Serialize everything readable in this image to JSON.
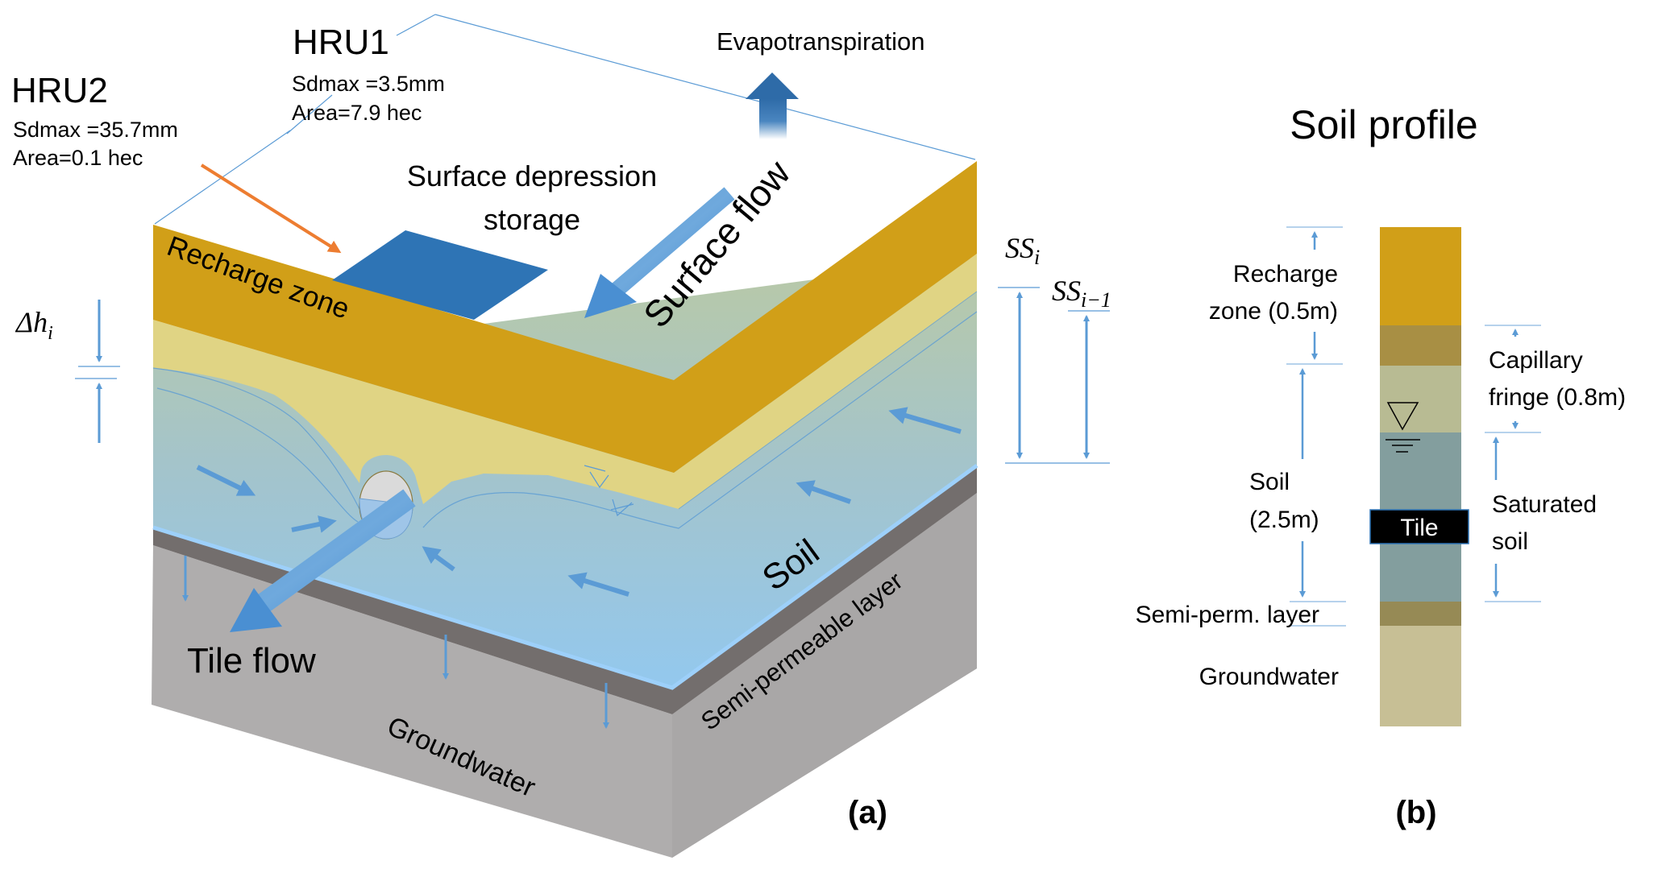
{
  "panel_a": {
    "hru1": {
      "title": "HRU1",
      "sdmax": "Sdmax =3.5mm",
      "area": "Area=7.9 hec"
    },
    "hru2": {
      "title": "HRU2",
      "sdmax": "Sdmax =35.7mm",
      "area": "Area=0.1 hec"
    },
    "evapotranspiration": "Evapotranspiration",
    "surface_depression_line1": "Surface depression",
    "surface_depression_line2": "storage",
    "surface_flow": "Surface flow",
    "recharge_zone": "Recharge zone",
    "soil": "Soil",
    "semi_permeable_layer": "Semi-permeable layer",
    "groundwater": "Groundwater",
    "tile_flow": "Tile flow",
    "delta_h": "Δh",
    "delta_h_sub": "i",
    "ss_i": "SS",
    "ss_i_sub": "i",
    "ss_im1": "SS",
    "ss_im1_sub": "i−1",
    "caption": "(a)"
  },
  "panel_b": {
    "title": "Soil profile",
    "recharge_line1": "Recharge",
    "recharge_line2": "zone (0.5m)",
    "capillary_line1": "Capillary",
    "capillary_line2": "fringe (0.8m)",
    "soil_line1": "Soil",
    "soil_line2": "(2.5m)",
    "saturated_line1": "Saturated",
    "saturated_line2": "soil",
    "tile": "Tile",
    "semi_perm": "Semi-perm. layer",
    "groundwater": "Groundwater",
    "caption": "(b)"
  },
  "colors": {
    "recharge_gold": "#D19F18",
    "capillary_yellow": "#E0D484",
    "soil_blue": "#A3C4CC",
    "water_blue": "#5B9BD5",
    "depression_blue": "#2E74B5",
    "semi_perm_dark": "#736E6D",
    "groundwater_gray": "#AFADAD",
    "orange_arrow": "#ED7D31",
    "profile_brown": "#A88F44",
    "profile_capillary": "#B8BB93",
    "profile_saturated": "#839E9E",
    "profile_semi_perm": "#968A55",
    "profile_groundwater": "#C7BF95"
  }
}
